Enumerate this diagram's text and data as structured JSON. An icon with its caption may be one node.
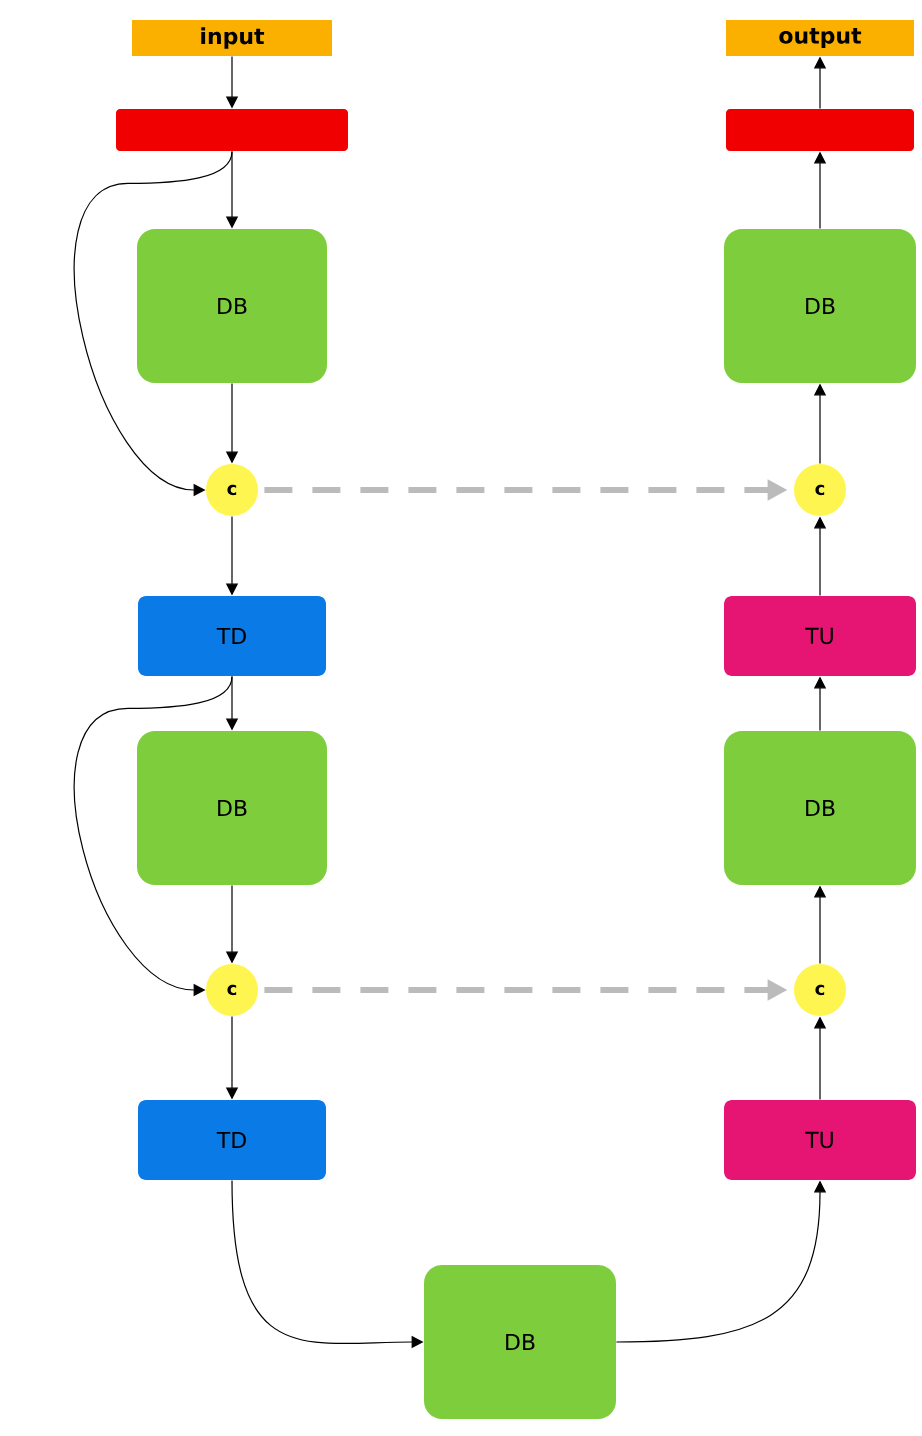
{
  "diagram": {
    "nodes": [
      {
        "text": [
          "input"
        ]
      },
      {
        "text": [],
        "shape": "bar"
      },
      {
        "text": [
          "DB"
        ]
      },
      {
        "text": [
          "c"
        ]
      },
      {
        "text": [
          "TD"
        ]
      },
      {
        "text": [
          "DB"
        ]
      },
      {
        "text": [
          "c"
        ]
      },
      {
        "text": [
          "TD"
        ]
      },
      {
        "text": [
          "DB"
        ]
      },
      {
        "text": [
          "TU"
        ]
      },
      {
        "text": [
          "c"
        ]
      },
      {
        "text": [
          "DB"
        ]
      },
      {
        "text": [
          "TU"
        ]
      },
      {
        "text": [
          "c"
        ]
      },
      {
        "text": [
          "DB"
        ]
      },
      {
        "text": [],
        "shape": "bar"
      },
      {
        "text": [
          "output"
        ]
      }
    ],
    "edges": [
      {
        "from": 0,
        "to": 1,
        "arrow": "to"
      },
      {
        "from": 1,
        "to": 2,
        "arrow": "to"
      },
      {
        "from": 1,
        "to": 3,
        "arrow": "to"
      },
      {
        "from": 2,
        "to": 3,
        "arrow": "to"
      },
      {
        "from": 3,
        "to": 4,
        "arrow": "to"
      },
      {
        "from": 3,
        "to": 13,
        "arrow": "to",
        "style": "dashed",
        "color": "#bbbbbb"
      },
      {
        "from": 4,
        "to": 5,
        "arrow": "to"
      },
      {
        "from": 4,
        "to": 6,
        "arrow": "to"
      },
      {
        "from": 5,
        "to": 6,
        "arrow": "to"
      },
      {
        "from": 6,
        "to": 7,
        "arrow": "to"
      },
      {
        "from": 6,
        "to": 10,
        "arrow": "to",
        "style": "dashed",
        "color": "#bbbbbb"
      },
      {
        "from": 7,
        "to": 8,
        "arrow": "to"
      },
      {
        "from": 8,
        "to": 9,
        "arrow": "to"
      },
      {
        "from": 9,
        "to": 10,
        "arrow": "to"
      },
      {
        "from": 10,
        "to": 11,
        "arrow": "to"
      },
      {
        "from": 11,
        "to": 12,
        "arrow": "to"
      },
      {
        "from": 12,
        "to": 13,
        "arrow": "to"
      },
      {
        "from": 13,
        "to": 14,
        "arrow": "to"
      },
      {
        "from": 14,
        "to": 15,
        "arrow": "to"
      },
      {
        "from": 15,
        "to": 16,
        "arrow": "to"
      }
    ]
  }
}
